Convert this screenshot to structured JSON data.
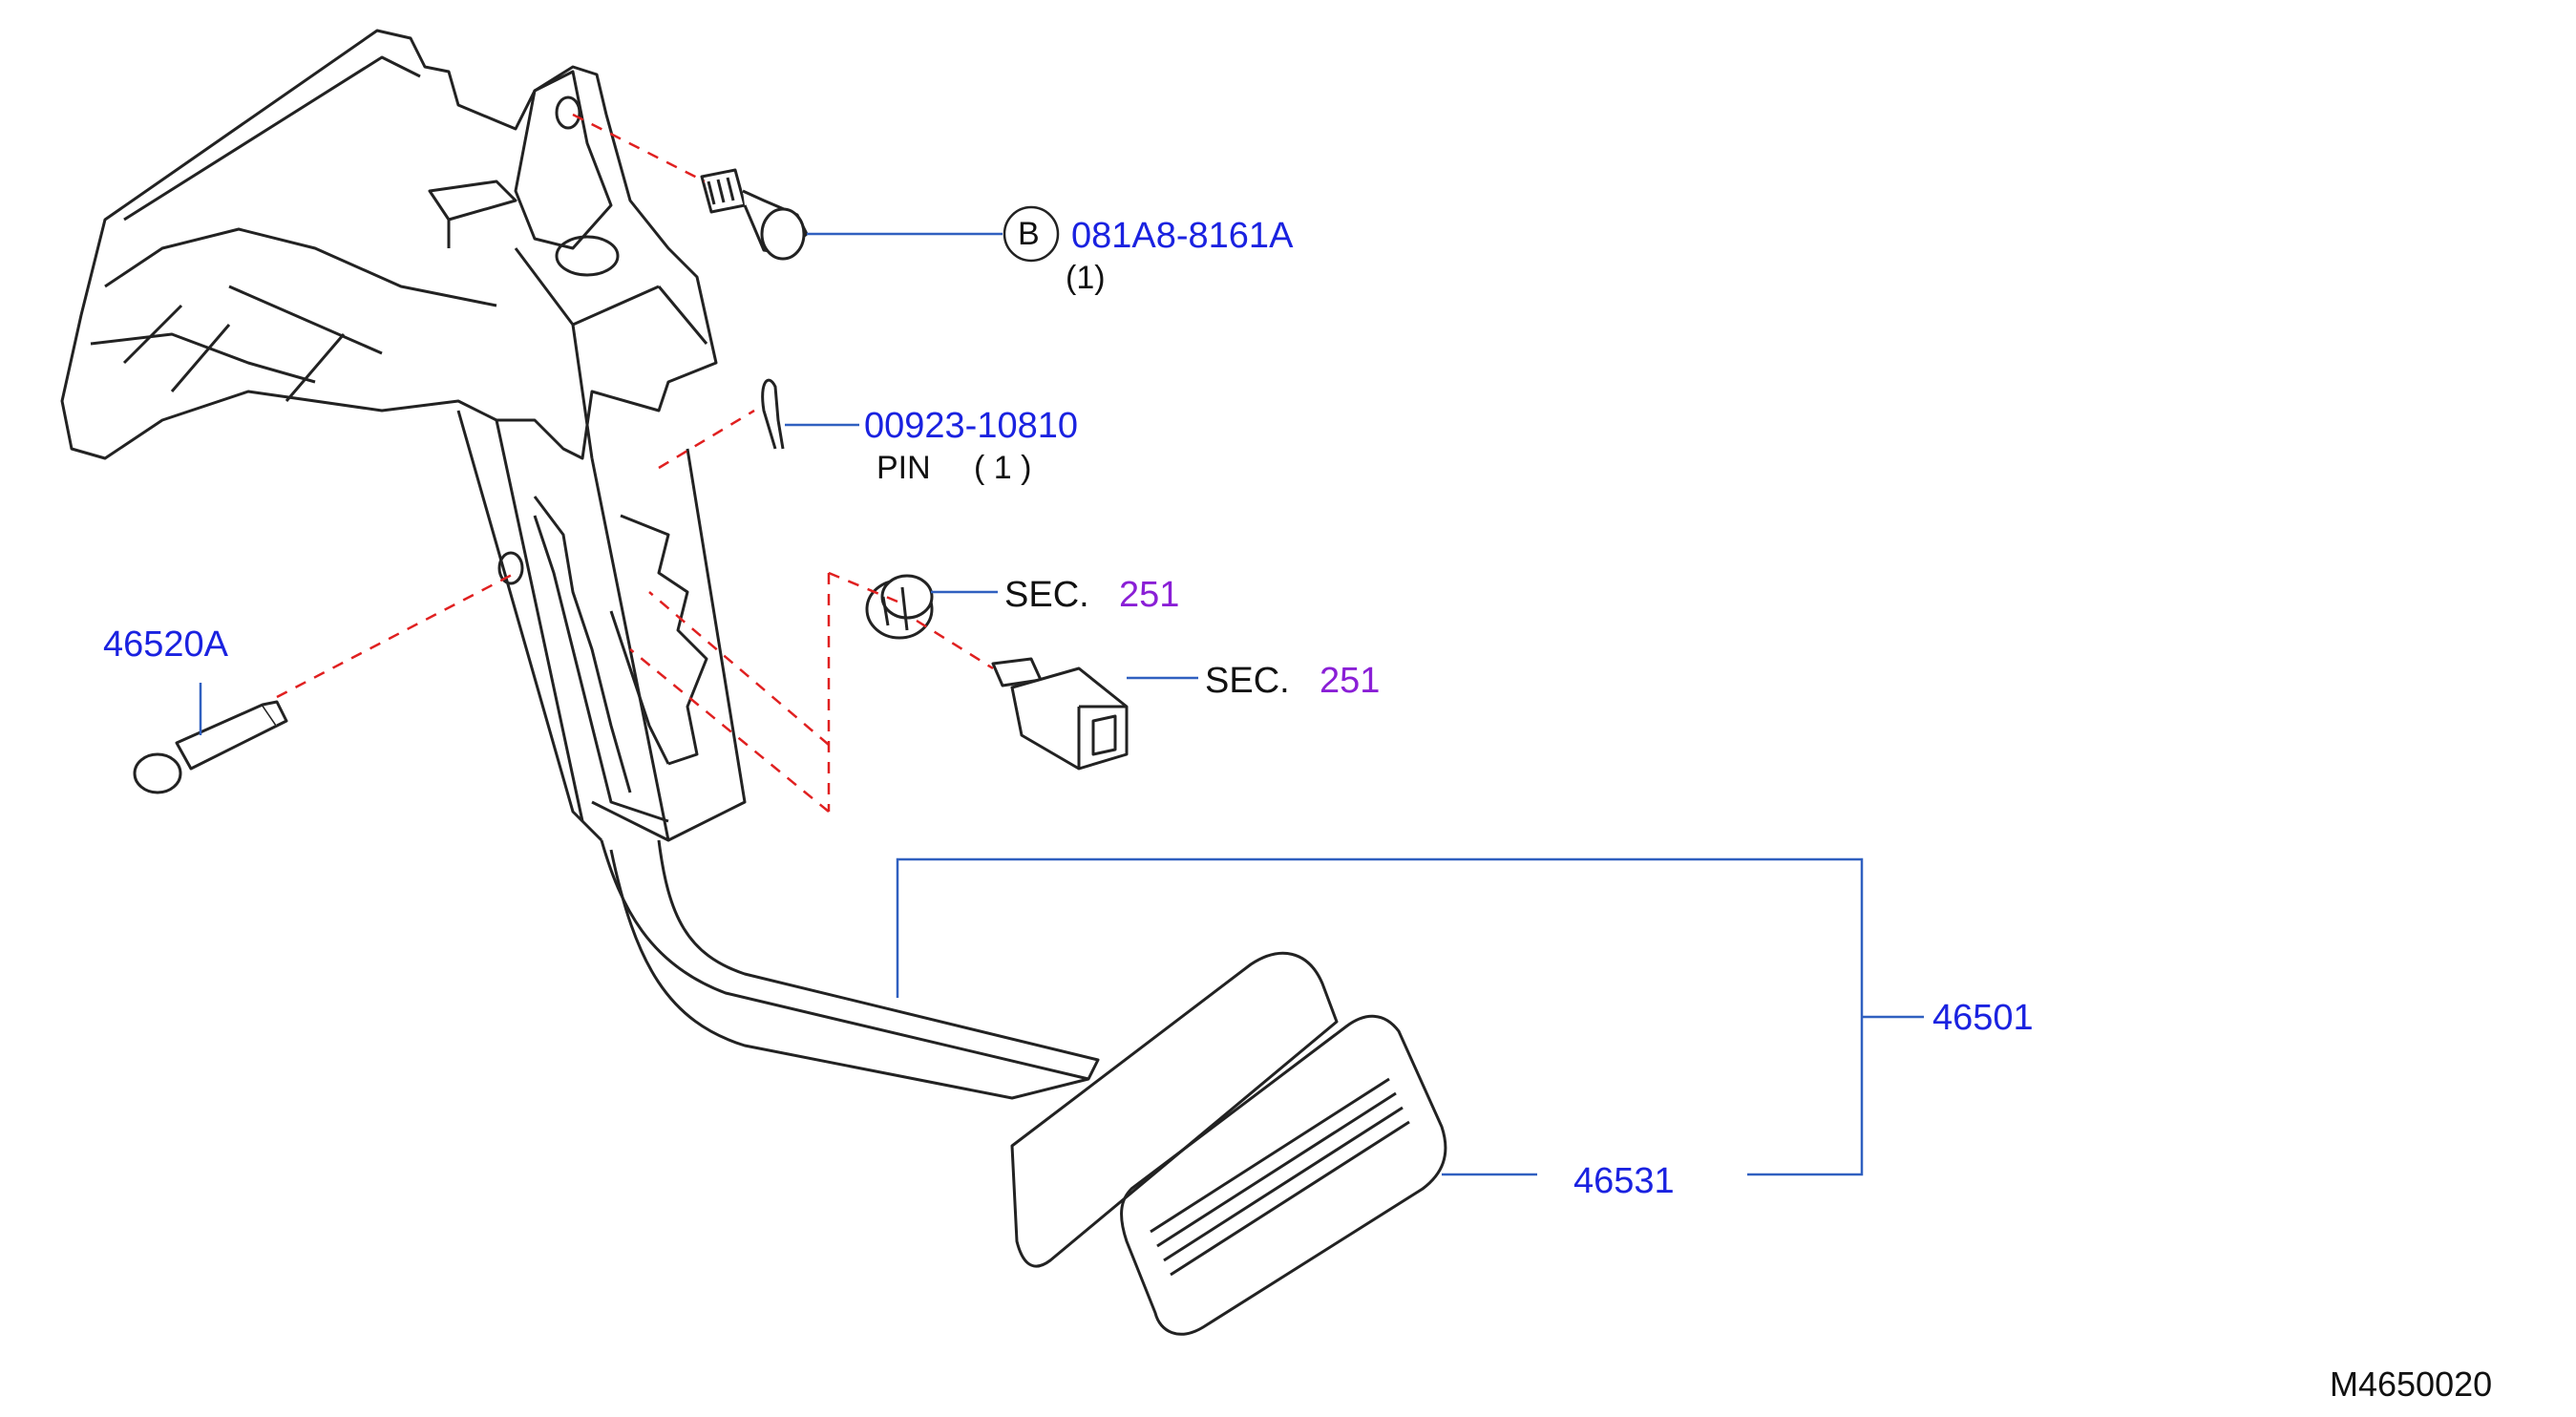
{
  "callouts": {
    "bolt": {
      "marker": "B",
      "part_no": "081A8-8161A",
      "qty": "(1)"
    },
    "pin": {
      "part_no": "00923-10810",
      "name": "PIN",
      "qty": "( 1 )"
    },
    "stop_lamp_clip": {
      "sec_prefix": "SEC.",
      "sec_no": "251"
    },
    "stop_lamp_switch": {
      "sec_prefix": "SEC.",
      "sec_no": "251"
    },
    "pivot_bolt": {
      "part_no": "46520A"
    },
    "pedal_assy": {
      "part_no": "46501"
    },
    "pedal_pad": {
      "part_no": "46531"
    }
  },
  "figure_code": "M4650020",
  "colors": {
    "part_number": "#1a22e0",
    "section_number": "#8a1fd6",
    "leader": "#3060c0",
    "dashed": "#e02020",
    "drawing": "#222222"
  }
}
